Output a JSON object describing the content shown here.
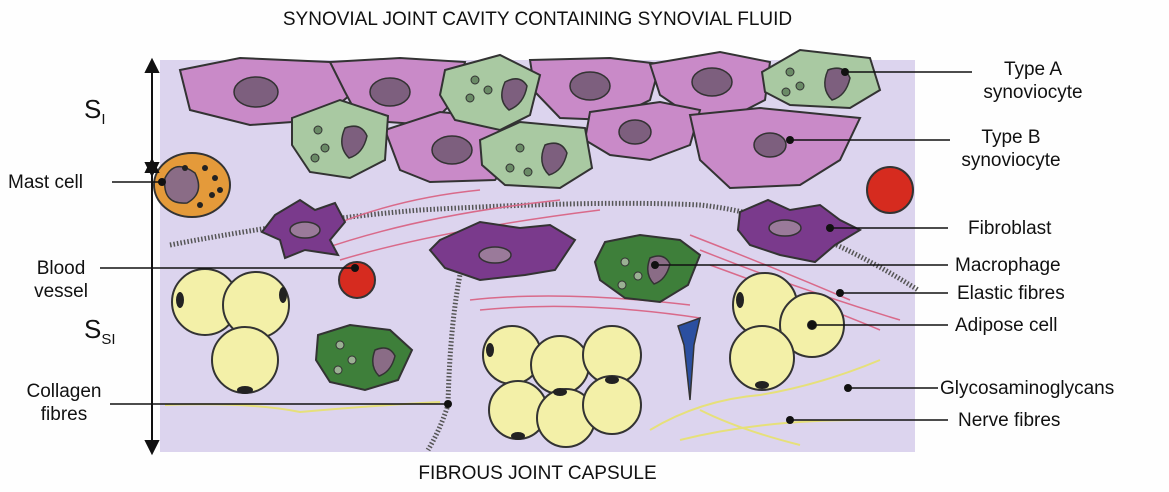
{
  "title_top": "SYNOVIAL JOINT CAVITY CONTAINING SYNOVIAL FLUID",
  "title_bottom": "FIBROUS JOINT CAPSULE",
  "layers": {
    "intima": {
      "letter": "S",
      "sub": "I"
    },
    "subintima": {
      "letter": "S",
      "sub": "SI"
    }
  },
  "labels": {
    "mast_cell": "Mast cell",
    "blood_vessel_1": "Blood",
    "blood_vessel_2": "vessel",
    "collagen_1": "Collagen",
    "collagen_2": "fibres",
    "type_a_1": "Type A",
    "type_a_2": "synoviocyte",
    "type_b_1": "Type B",
    "type_b_2": "synoviocyte",
    "fibroblast": "Fibroblast",
    "macrophage": "Macrophage",
    "elastic": "Elastic fibres",
    "adipose": "Adipose cell",
    "gag": "Glycosaminoglycans",
    "nerve": "Nerve fibres"
  },
  "colors": {
    "matrix": "#dcd4ee",
    "type_b_cell": "#c98ac8",
    "type_a_cell": "#a9c9a2",
    "fibroblast": "#7a3a8c",
    "macrophage": "#3e7f3a",
    "mast_cell": "#e49a3a",
    "adipose": "#f3f0a8",
    "blood": "#d62b1f",
    "elastic": "#d96a8a",
    "nerve": "#e6e07a",
    "nucleus": "#8a6c86"
  }
}
